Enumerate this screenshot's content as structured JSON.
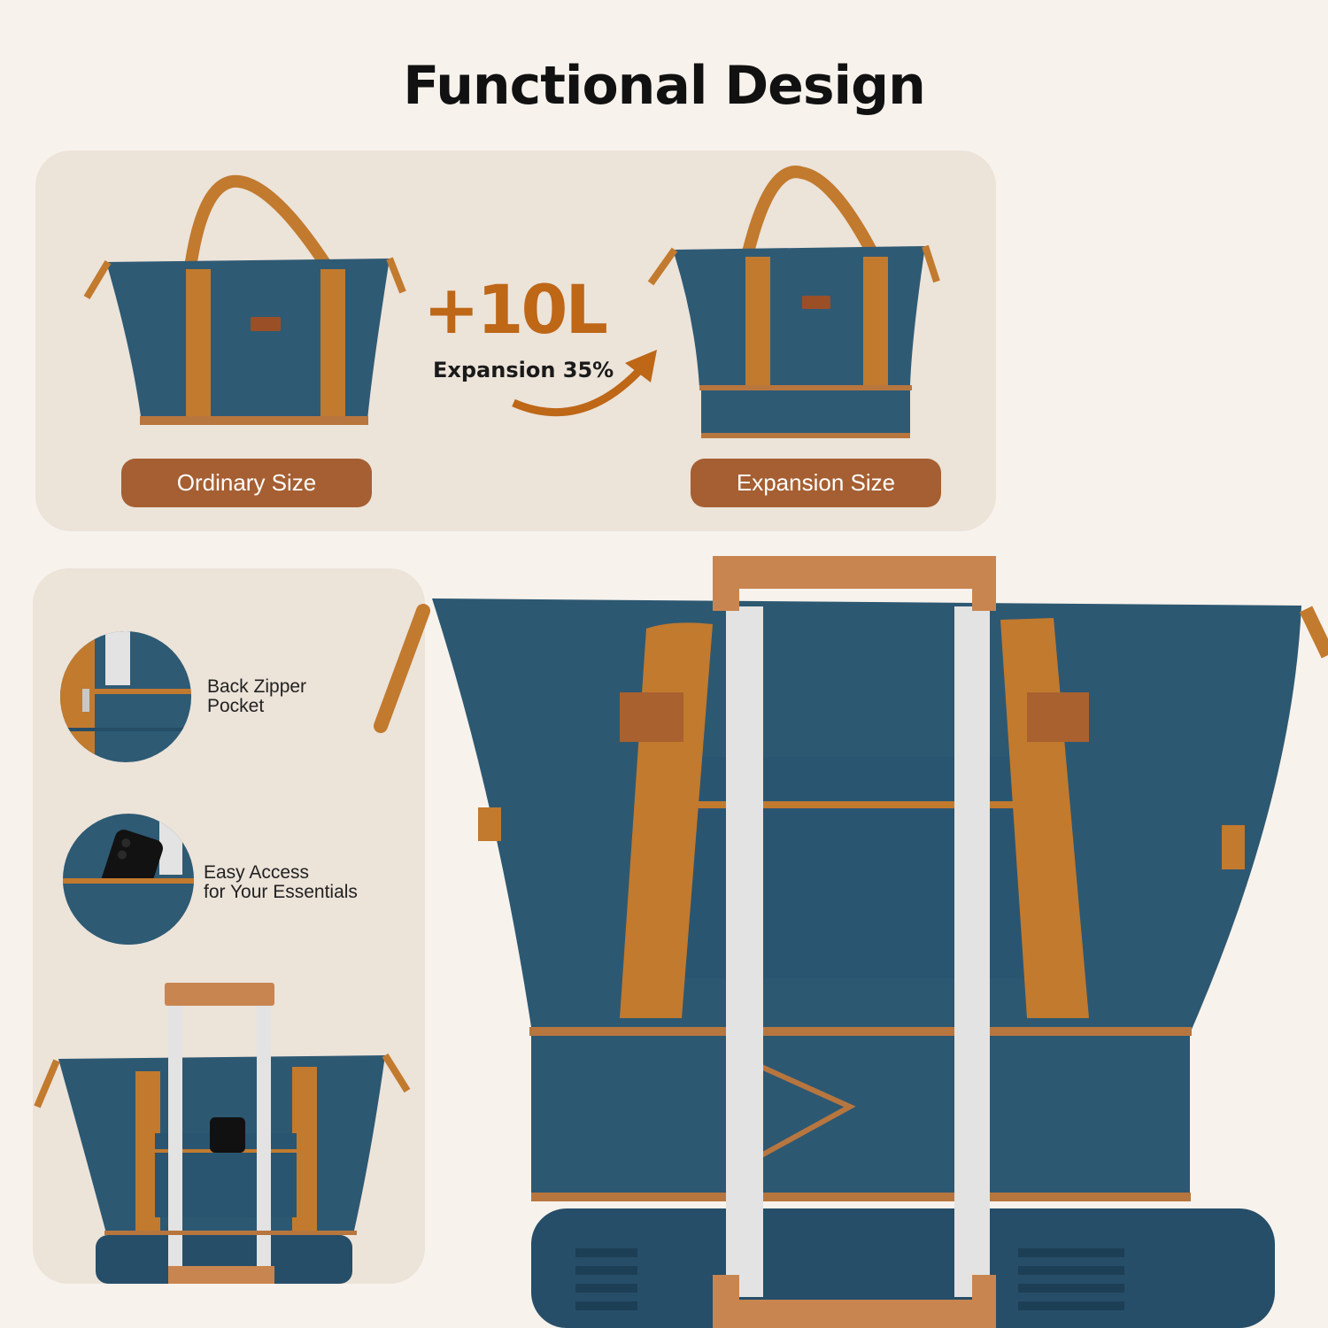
{
  "title": "Functional Design",
  "expansion": {
    "capacity_label": "+10L",
    "percent_label": "Expansion 35%"
  },
  "sizes": {
    "ordinary_label": "Ordinary Size",
    "expansion_label": "Expansion Size"
  },
  "features": [
    {
      "label": "Back Zipper\nPocket",
      "icon": "zipper-pocket-closeup"
    },
    {
      "label": "Easy Access\nfor Your Essentials",
      "icon": "phone-in-pocket-closeup"
    }
  ],
  "colors": {
    "background": "#f7f2ec",
    "panel": "#ece3d9",
    "bag_blue": "#2f5a74",
    "strap_tan": "#c27a2e",
    "accent_orange": "#bd6717",
    "pill_brown": "#a55f32"
  }
}
